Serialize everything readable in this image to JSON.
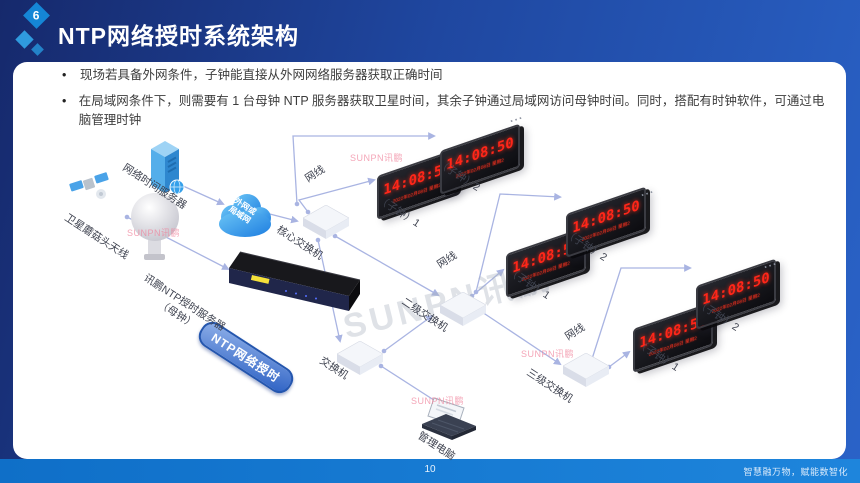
{
  "slide": {
    "badge_number": "6",
    "title": "NTP网络授时系统架构",
    "bullets": [
      "现场若具备外网条件，子钟能直接从外网网络服务器获取正确时间",
      "在局域网条件下，则需要有 1 台母钟 NTP 服务器获取卫星时间，其余子钟通过局域网访问母钟时间。同时，搭配有时钟软件，可通过电脑管理时钟"
    ],
    "footer": {
      "page_number": "10",
      "slogan": "智慧融万物，赋能数智化"
    }
  },
  "diagram": {
    "labels": {
      "satellite_antenna": "卫星蘑菇头天线",
      "time_server": "网络时间服务器",
      "cloud_line1": "外网或",
      "cloud_line2": "局域网",
      "ntp_server_line1": "讯鹏NTP授时服务器",
      "ntp_server_line2": "（母钟）",
      "banner": "NTP网络授时",
      "core_switch": "核心交换机",
      "switch_l2": "二级交换机",
      "switch_l3": "三级交换机",
      "switch_plain": "交换机",
      "management_pc": "管理电脑",
      "cable": "网线",
      "sub_clock_1": "（子钟）1",
      "sub_clock_2": "（子钟）2",
      "ellipsis": "···"
    },
    "clock": {
      "time": "14:08:50",
      "date": "2022年02月08日 星期2"
    },
    "watermark_small": "SUNPN讯鹏",
    "watermark_large": "SUNPN讯鹏"
  },
  "colors": {
    "background_blue": "#1f47a0",
    "footer_blue": "#1478d2",
    "badge_blue": "#1586d6",
    "clock_red": "#ff2619",
    "wire_purple": "#a9b4e2",
    "banner_blue": "#2e62c4",
    "cloud_blue": "#1d7de0"
  }
}
